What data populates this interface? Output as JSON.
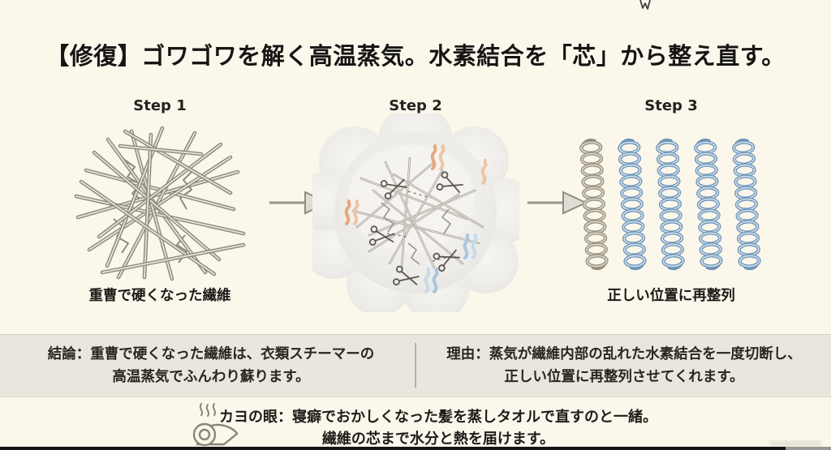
{
  "title": "【修復】ゴワゴワを解く高温蒸気。水素結合を「芯」から整え直す。",
  "steps": [
    {
      "label": "Step 1",
      "caption": "重曹で硬くなった繊維",
      "illustration": "tangled-stiff-fibers"
    },
    {
      "label": "Step 2",
      "illustration": "steam-cloud-cutting-hydrogen-bonds"
    },
    {
      "label": "Step 3",
      "caption": "正しい位置に再整列",
      "illustration": "realigned-fiber-coils"
    }
  ],
  "summary": {
    "conclusion": {
      "line1": "結論：重曹で硬くなった繊維は、衣類スチーマーの",
      "line2": "高温蒸気でふんわり蘇ります。"
    },
    "reason": {
      "line1": "理由：蒸気が繊維内部の乱れた水素結合を一度切断し、",
      "line2": "正しい位置に再整列させてくれます。"
    }
  },
  "note": {
    "icon": "steaming-towel-icon",
    "line1": "カヨの眼：寝癖でおかしくなった髪を蒸しタオルで直すのと一緒。",
    "line2": "繊維の芯まで水分と熱を届けます。"
  },
  "colors": {
    "background": "#fbf7eb",
    "band_background": "#e9e6dd",
    "heat_orange": "#e6a87e",
    "heat_orange_light": "#f0c4a2",
    "moisture_blue": "#a9c6e2",
    "moisture_blue_light": "#c6daec",
    "fiber_dark": "#8d897e",
    "fiber_light": "#e6e2d6",
    "coil_old_dark": "#95907f",
    "coil_old_light": "#dcd7c8",
    "coil_new_dark": "#6e94b6",
    "coil_new_light": "#cfe0ef",
    "text": "#1d1c19"
  }
}
